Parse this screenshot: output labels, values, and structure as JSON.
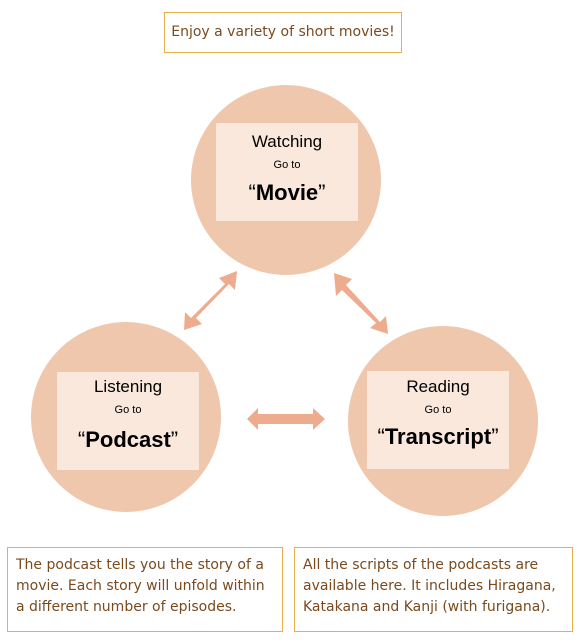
{
  "top_note": "Enjoy a variety of short movies!",
  "nodes": {
    "watching": {
      "label": "Watching",
      "goto": "Go to",
      "dest": "Movie"
    },
    "listening": {
      "label": "Listening",
      "goto": "Go to",
      "dest": "Podcast"
    },
    "reading": {
      "label": "Reading",
      "goto": "Go to",
      "dest": "Transcript"
    }
  },
  "left_note": "The podcast tells you the story of a movie.  Each story will unfold within a different number of episodes.",
  "right_note": "All the scripts of the podcasts are available here.  It includes Hiragana, Katakana and Kanji (with furigana).",
  "colors": {
    "circle": "#efc7ad",
    "panel": "#fbe8dc",
    "arrow": "#eeac8e",
    "callout_border": "#e8b04a",
    "callout_text": "#7a4a1e"
  }
}
